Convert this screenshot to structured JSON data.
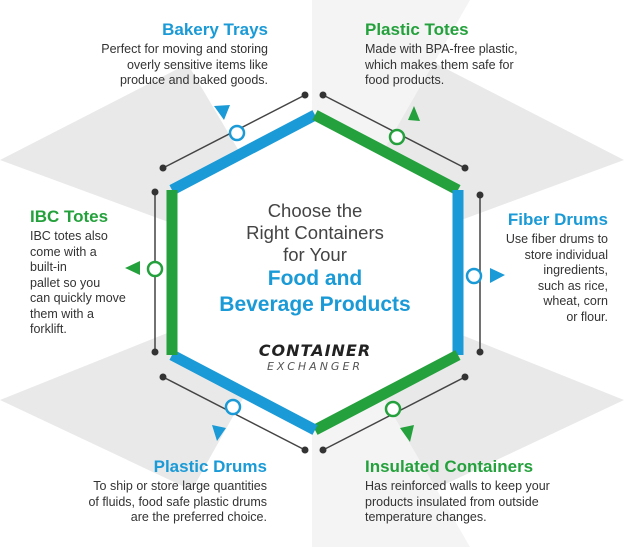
{
  "center": {
    "line1": "Choose the",
    "line2": "Right Containers",
    "line3": "for Your",
    "emphasis1": "Food and",
    "emphasis2": "Beverage Products"
  },
  "logo": {
    "line1": "CONTAINER",
    "line2": "EXCHANGER"
  },
  "colors": {
    "blue": "#1a9ad6",
    "green": "#24a13c",
    "dark": "#333333",
    "line": "#555555",
    "background_gray": "#e4e4e4"
  },
  "items": {
    "bakery_trays": {
      "title": "Bakery Trays",
      "desc": [
        "Perfect for moving and storing",
        "overly sensitive items like",
        "produce and baked goods."
      ]
    },
    "plastic_totes": {
      "title": "Plastic Totes",
      "desc": [
        "Made with BPA-free plastic,",
        "which makes them safe for",
        "food products."
      ]
    },
    "ibc_totes": {
      "title": "IBC Totes",
      "desc": [
        "IBC totes also",
        "come with a",
        "built-in",
        "pallet so you",
        "can quickly move",
        "them with a",
        "forklift."
      ]
    },
    "fiber_drums": {
      "title": "Fiber Drums",
      "desc": [
        "Use fiber drums to",
        "store individual",
        "ingredients,",
        "such as rice,",
        "wheat, corn",
        "or flour."
      ]
    },
    "plastic_drums": {
      "title": "Plastic Drums",
      "desc": [
        "To ship or store large quantities",
        "of fluids, food safe plastic drums",
        "are the preferred choice."
      ]
    },
    "insulated_containers": {
      "title": "Insulated Containers",
      "desc": [
        "Has reinforced walls to keep your",
        "products insulated from outside",
        "temperature changes."
      ]
    }
  }
}
